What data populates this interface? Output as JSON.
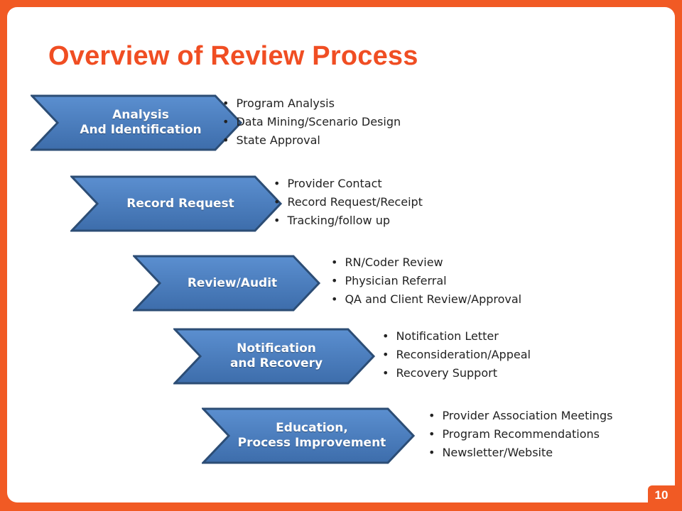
{
  "slide": {
    "title": "Overview of Review Process",
    "page_number": "10"
  },
  "colors": {
    "background_orange": "#f15a24",
    "title_orange": "#f04e23",
    "chevron_blue": "#4f81bd",
    "chevron_border": "#2c4d75"
  },
  "steps": [
    {
      "label": "Analysis\nAnd Identification",
      "bullets": [
        "Program Analysis",
        "Data Mining/Scenario Design",
        "State Approval"
      ]
    },
    {
      "label": "Record Request",
      "bullets": [
        "Provider Contact",
        "Record Request/Receipt",
        "Tracking/follow up"
      ]
    },
    {
      "label": "Review/Audit",
      "bullets": [
        "RN/Coder Review",
        "Physician Referral",
        "QA and Client Review/Approval"
      ]
    },
    {
      "label": "Notification\nand Recovery",
      "bullets": [
        "Notification Letter",
        "Reconsideration/Appeal",
        "Recovery Support"
      ]
    },
    {
      "label": "Education,\nProcess Improvement",
      "bullets": [
        "Provider Association Meetings",
        "Program Recommendations",
        "Newsletter/Website"
      ]
    }
  ]
}
